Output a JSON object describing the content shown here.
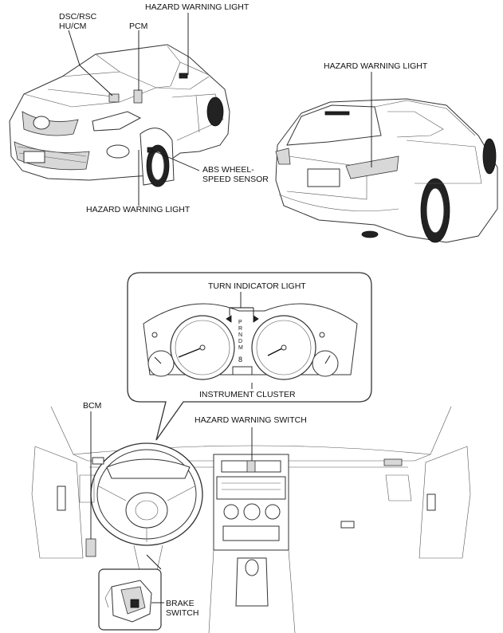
{
  "labels": {
    "dsc_rsc": "DSC/RSC",
    "hu_cm": "HU/CM",
    "pcm": "PCM",
    "hazard_top": "HAZARD WARNING LIGHT",
    "hazard_rear": "HAZARD WARNING LIGHT",
    "abs_line1": "ABS WHEEL-",
    "abs_line2": "SPEED SENSOR",
    "hazard_front": "HAZARD WARNING LIGHT",
    "turn_indicator": "TURN INDICATOR LIGHT",
    "instrument_cluster": "INSTRUMENT CLUSTER",
    "bcm": "BCM",
    "hazard_switch": "HAZARD WARNING SWITCH",
    "brake_line1": "BRAKE",
    "brake_line2": "SWITCH"
  },
  "cluster": {
    "gear_letters": [
      "P",
      "R",
      "N",
      "D",
      "M"
    ],
    "gear_digit": "8"
  }
}
